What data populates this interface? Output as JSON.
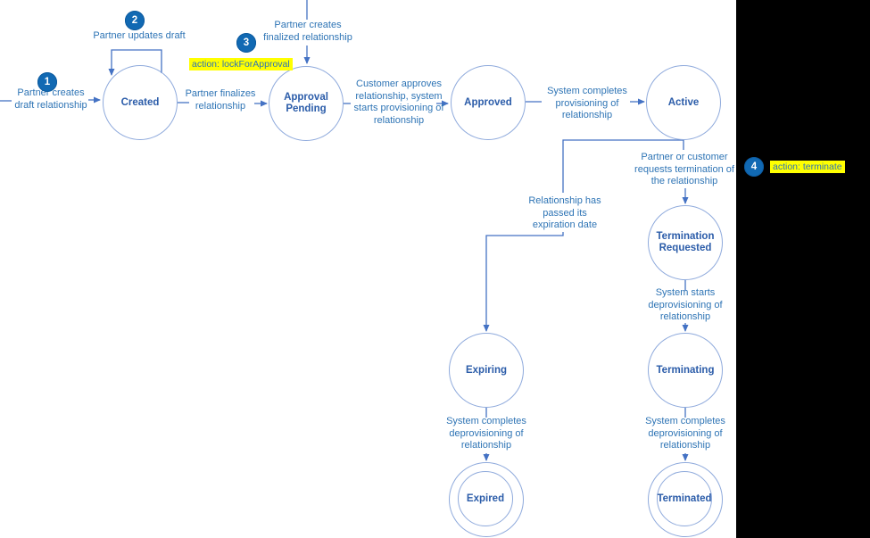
{
  "diagram": {
    "title_hint": "relationship lifecycle state diagram",
    "colors": {
      "connector": "#4472C4",
      "circle_stroke": "#8FAADC",
      "state_label": "#2B5CA9",
      "description_text": "#2E74B5",
      "badge_fill": "#1169B3",
      "badge_text": "#FFFFFF",
      "highlight_bg": "#FFFF00",
      "highlight_text": "#2E74B5",
      "side_panel": "#000000"
    },
    "states": [
      {
        "key": "created",
        "label": "Created",
        "final": false
      },
      {
        "key": "approval-pending",
        "label": "Approval Pending",
        "final": false
      },
      {
        "key": "approved",
        "label": "Approved",
        "final": false
      },
      {
        "key": "active",
        "label": "Active",
        "final": false
      },
      {
        "key": "termination-requested",
        "label": "Termination Requested",
        "final": false
      },
      {
        "key": "terminating",
        "label": "Terminating",
        "final": false
      },
      {
        "key": "terminated",
        "label": "Terminated",
        "final": true
      },
      {
        "key": "expiring",
        "label": "Expiring",
        "final": false
      },
      {
        "key": "expired",
        "label": "Expired",
        "final": true
      }
    ],
    "transitions": [
      {
        "key": "partner-creates-draft",
        "label": "Partner creates draft relationship"
      },
      {
        "key": "partner-updates-draft",
        "label": "Partner updates draft"
      },
      {
        "key": "partner-finalizes",
        "label": "Partner finalizes relationship"
      },
      {
        "key": "partner-creates-finalized",
        "label": "Partner creates finalized relationship"
      },
      {
        "key": "customer-approves",
        "label": "Customer approves relationship, system starts provisioning of relationship"
      },
      {
        "key": "system-completes-provisioning",
        "label": "System completes provisioning of relationship"
      },
      {
        "key": "termination-request",
        "label": "Partner or customer requests termination of the relationship"
      },
      {
        "key": "system-starts-deprovisioning",
        "label": "System starts deprovisioning of relationship"
      },
      {
        "key": "system-completes-deprovisioning-terminating",
        "label": "System completes deprovisioning of relationship"
      },
      {
        "key": "relationship-expired-condition",
        "label": "Relationship has passed its expiration date"
      },
      {
        "key": "system-completes-deprovisioning-expiring",
        "label": "System completes deprovisioning of relationship"
      }
    ],
    "badges": [
      {
        "number": "1"
      },
      {
        "number": "2"
      },
      {
        "number": "3"
      },
      {
        "number": "4"
      }
    ],
    "actions": [
      {
        "label": "action: lockForApproval"
      },
      {
        "label": "action: terminate"
      }
    ]
  }
}
